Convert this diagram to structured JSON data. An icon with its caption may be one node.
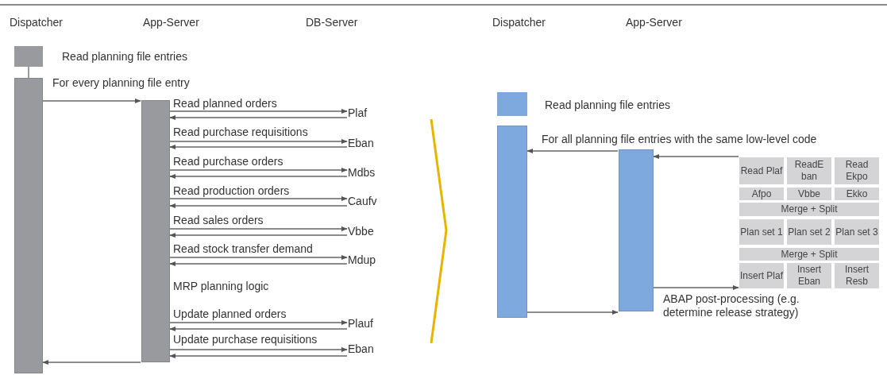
{
  "diagram": {
    "nodes": [
      {
        "text": [],
        "shape": "box",
        "beside": [
          "Read planning file entries"
        ]
      },
      {
        "text": [],
        "shape": "bar"
      },
      {
        "text": [],
        "shape": "bar",
        "beside": [
          "MRP planning logic"
        ]
      },
      {
        "text": [
          "Plaf"
        ]
      },
      {
        "text": [
          "Eban"
        ]
      },
      {
        "text": [
          "Mdbs"
        ]
      },
      {
        "text": [
          "Caufv"
        ]
      },
      {
        "text": [
          "Vbbe"
        ]
      },
      {
        "text": [
          "Mdup"
        ]
      },
      {
        "text": [
          "Plauf"
        ]
      },
      {
        "text": [
          "Eban"
        ]
      },
      {
        "text": [],
        "shape": "box",
        "beside": [
          "Read planning file entries"
        ]
      },
      {
        "text": [],
        "shape": "bar"
      },
      {
        "text": [],
        "shape": "bar"
      },
      {
        "text": [
          "Read Plaf"
        ]
      },
      {
        "text": [
          "ReadE ban"
        ]
      },
      {
        "text": [
          "Read Ekpo"
        ]
      },
      {
        "text": [
          "Afpo"
        ]
      },
      {
        "text": [
          "Vbbe"
        ]
      },
      {
        "text": [
          "Ekko"
        ]
      },
      {
        "text": [
          "Merge + Split"
        ]
      },
      {
        "text": [
          "Plan set 1"
        ]
      },
      {
        "text": [
          "Plan set 2"
        ]
      },
      {
        "text": [
          "Plan set 3"
        ]
      },
      {
        "text": [
          "Merge + Split"
        ]
      },
      {
        "text": [
          "Insert Plaf"
        ]
      },
      {
        "text": [
          "Insert Eban"
        ]
      },
      {
        "text": [
          "Insert Resb"
        ]
      }
    ],
    "edges": [
      {
        "from": 0,
        "to": 1,
        "arrow": "none"
      },
      {
        "from": 1,
        "to": 2,
        "arrow": "to",
        "label": "For every planning file entry"
      },
      {
        "from": 2,
        "to": 3,
        "arrow": "to",
        "label": "Read planned orders"
      },
      {
        "from": 3,
        "to": 2,
        "arrow": "to"
      },
      {
        "from": 2,
        "to": 4,
        "arrow": "to",
        "label": "Read purchase requisitions"
      },
      {
        "from": 4,
        "to": 2,
        "arrow": "to"
      },
      {
        "from": 2,
        "to": 5,
        "arrow": "to",
        "label": "Read purchase orders"
      },
      {
        "from": 5,
        "to": 2,
        "arrow": "to"
      },
      {
        "from": 2,
        "to": 6,
        "arrow": "to",
        "label": "Read production orders"
      },
      {
        "from": 6,
        "to": 2,
        "arrow": "to"
      },
      {
        "from": 2,
        "to": 7,
        "arrow": "to",
        "label": "Read sales orders"
      },
      {
        "from": 7,
        "to": 2,
        "arrow": "to"
      },
      {
        "from": 2,
        "to": 8,
        "arrow": "to",
        "label": "Read stock transfer demand"
      },
      {
        "from": 8,
        "to": 2,
        "arrow": "to"
      },
      {
        "from": 2,
        "to": 9,
        "arrow": "to",
        "label": "Update planned orders"
      },
      {
        "from": 9,
        "to": 2,
        "arrow": "to"
      },
      {
        "from": 2,
        "to": 10,
        "arrow": "to",
        "label": "Update purchase requisitions"
      },
      {
        "from": 10,
        "to": 2,
        "arrow": "to"
      },
      {
        "from": 2,
        "to": 1,
        "arrow": "to"
      },
      {
        "from": 13,
        "to": 12,
        "arrow": "to",
        "label": "For all planning file entries with the same low-level code"
      },
      {
        "from": 14,
        "to": 13,
        "arrow": "to"
      },
      {
        "from": 13,
        "to": 25,
        "arrow": "to",
        "label": "ABAP post-processing (e.g. determine release strategy)"
      },
      {
        "from": 12,
        "to": 13,
        "arrow": "to"
      }
    ],
    "labels": [
      "Dispatcher",
      "App-Server",
      "DB-Server",
      "Dispatcher",
      "App-Server"
    ]
  }
}
